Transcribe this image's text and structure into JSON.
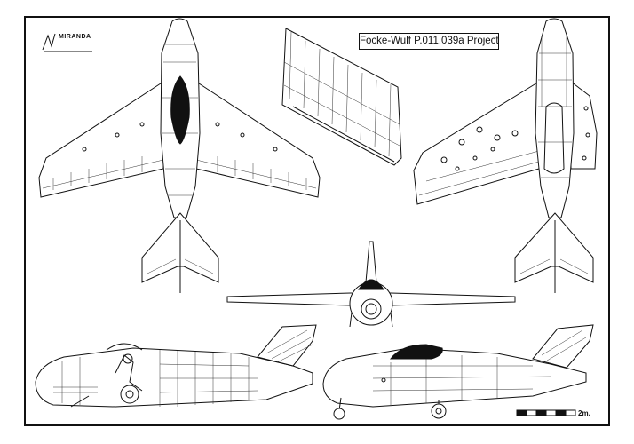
{
  "sheet": {
    "title": "Focke-Wulf P.011.039a Project",
    "logo_text": "MIRANDA",
    "scale_label": "2m."
  },
  "colors": {
    "ink": "#111111",
    "paper": "#ffffff"
  }
}
